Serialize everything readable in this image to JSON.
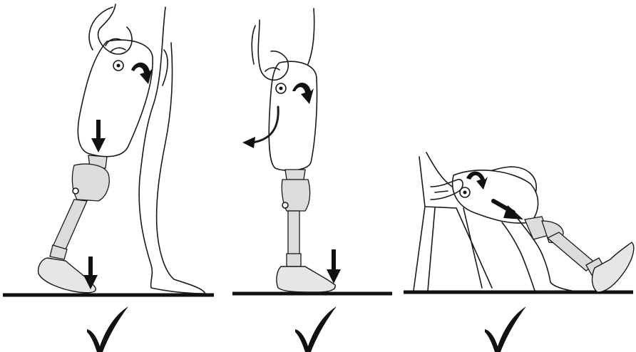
{
  "figure": {
    "panels": [
      {
        "id": "walking",
        "status": "correct",
        "mark_glyph": "✓"
      },
      {
        "id": "standing",
        "status": "correct",
        "mark_glyph": "✓"
      },
      {
        "id": "sitting",
        "status": "correct",
        "mark_glyph": "✓"
      }
    ],
    "colors": {
      "ink": "#111111",
      "metal": "#dcdcdc",
      "foot": "#e6e6e6",
      "background": "#ffffff"
    },
    "icons": [
      "check-mark-icon",
      "down-arrow-icon",
      "rotate-arrow-icon",
      "curved-arrow-icon",
      "diagonal-arrow-icon"
    ]
  }
}
